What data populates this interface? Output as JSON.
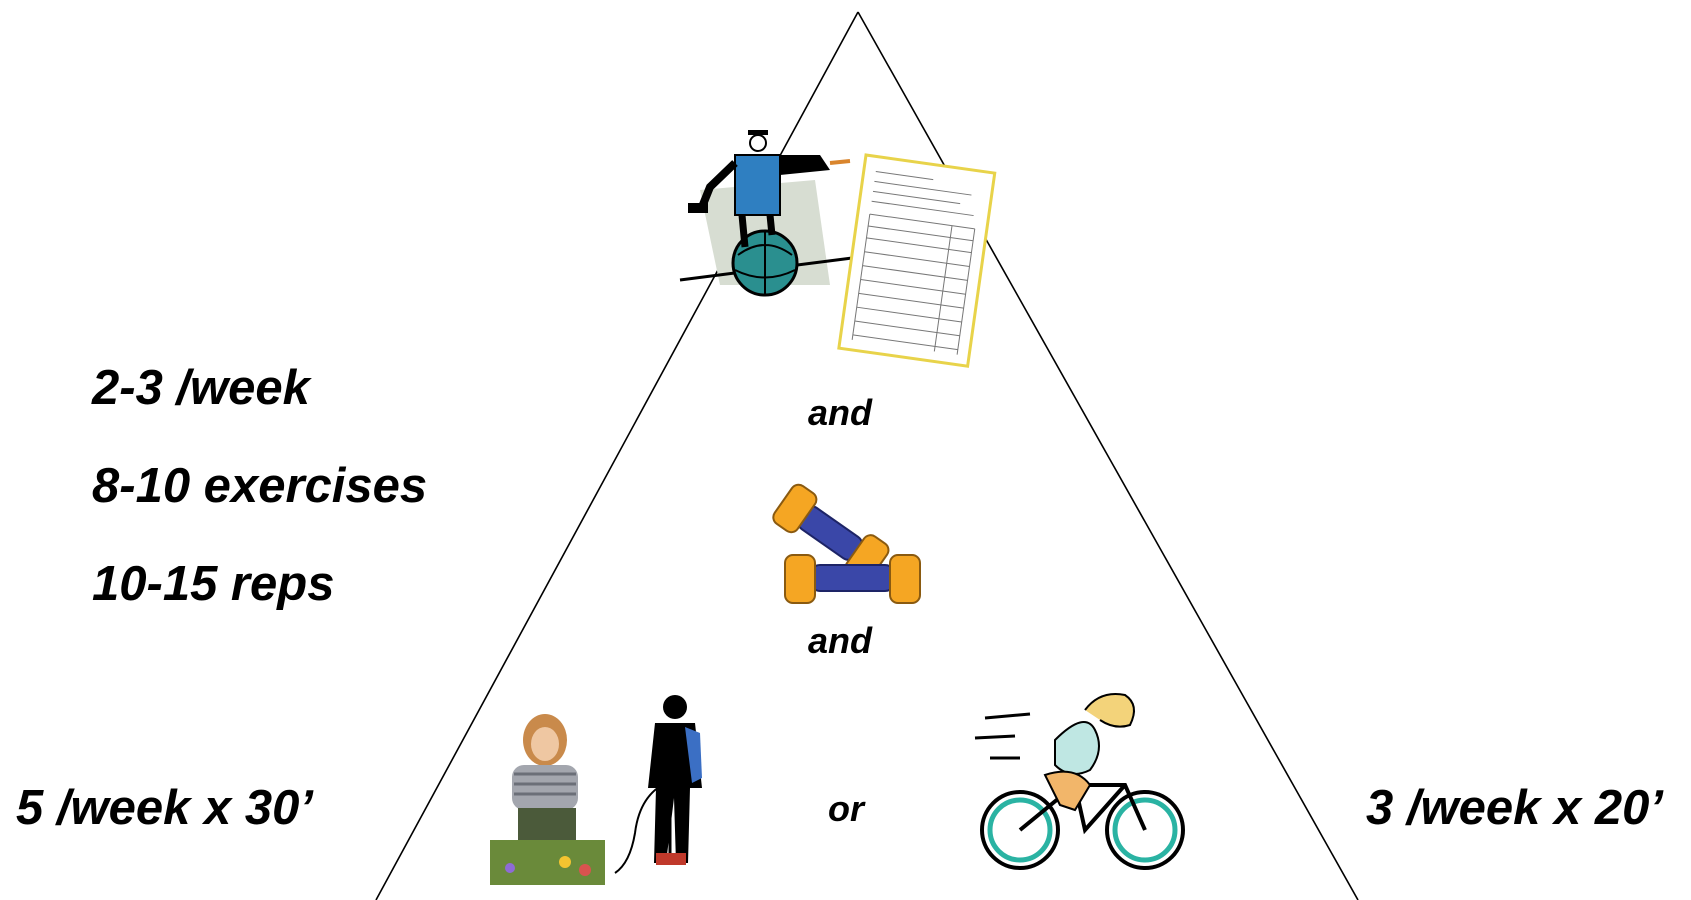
{
  "left_notes": [
    "2-3 /week",
    "8-10 exercises",
    "10-15 reps"
  ],
  "bottom_left": "5 /week x 30’",
  "bottom_right": "3 /week x 20’",
  "connectors": {
    "first_and": "and",
    "second_and": "and",
    "or": "or"
  },
  "icons": {
    "top_left": "unicyclist-balance-icon",
    "top_right": "document-form-icon",
    "middle": "dumbbells-icon",
    "bottom_1": "gardening-woman-icon",
    "bottom_2": "vacuuming-man-icon",
    "bottom_3": "cyclist-icon"
  },
  "colors": {
    "line": "#000000",
    "text": "#000000",
    "dumbbell_end": "#f5a623",
    "dumbbell_bar": "#3a47a8",
    "cyclist_accent": "#2ab3a3"
  }
}
